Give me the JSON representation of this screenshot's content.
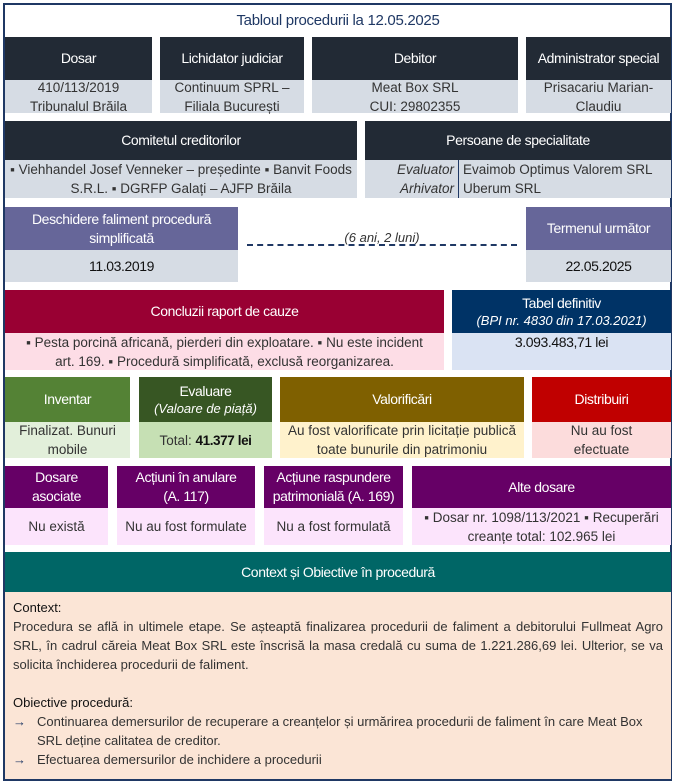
{
  "title": "Tabloul procedurii la 12.05.2025",
  "row1": [
    {
      "header": "Dosar",
      "lines": [
        "410/113/2019",
        "Tribunalul Brăila"
      ]
    },
    {
      "header": "Lichidator judiciar",
      "lines": [
        "Continuum SPRL –",
        "Filiala București"
      ]
    },
    {
      "header": "Debitor",
      "lines": [
        "Meat Box SRL",
        "CUI: 29802355"
      ]
    },
    {
      "header": "Administrator special",
      "lines": [
        "Prisacariu Marian-",
        "Claudiu"
      ]
    }
  ],
  "comitet": {
    "header": "Comitetul creditorilor",
    "lines": [
      "▪ Viehhandel Josef Venneker – președinte ▪ Banvit Foods",
      "S.R.L. ▪ DGRFP Galați – AJFP Brăila"
    ]
  },
  "specialitate": {
    "header": "Persoane de specialitate",
    "roles": [
      {
        "role": "Evaluator",
        "name": "Evaimob Optimus Valorem SRL"
      },
      {
        "role": "Arhivator",
        "name": "Uberum SRL"
      }
    ]
  },
  "deschidere": {
    "header": "Deschidere faliment procedură simplificată",
    "date": "11.03.2019"
  },
  "durata": "(6 ani, 2 luni)",
  "termen": {
    "header": "Termenul următor",
    "date": "22.05.2025"
  },
  "concluzii": {
    "header": "Concluzii raport de cauze",
    "lines": [
      "▪ Pesta porcină africană, pierderi din exploatare. ▪ Nu este incident",
      "art. 169. ▪ Procedură simplificată, exclusă reorganizarea."
    ]
  },
  "tabel": {
    "header": "Tabel definitiv",
    "sub": "(BPI nr. 4830 din 17.03.2021)",
    "value": "3.093.483,71 lei"
  },
  "inventar": {
    "header": "Inventar",
    "lines": [
      "Finalizat. Bunuri",
      "mobile"
    ]
  },
  "evaluare": {
    "header": "Evaluare",
    "sub": "(Valoare de piață)",
    "label": "Total: ",
    "value": "41.377 lei"
  },
  "valorificari": {
    "header": "Valorificări",
    "lines": [
      "Au fost valorificate prin licitație publică",
      "toate bunurile din patrimoniu"
    ]
  },
  "distribuiri": {
    "header": "Distribuiri",
    "lines": [
      "Nu au fost",
      "efectuate"
    ]
  },
  "row6": [
    {
      "header": [
        "Dosare",
        "asociate"
      ],
      "value": "Nu există"
    },
    {
      "header": [
        "Acțiuni în anulare",
        "(A. 117)"
      ],
      "value": "Nu au fost formulate"
    },
    {
      "header": [
        "Acțiune raspundere",
        "patrimonială (A. 169)"
      ],
      "value": "Nu a fost formulată"
    }
  ],
  "alte": {
    "header": "Alte dosare",
    "lines": [
      "▪ Dosar nr. 1098/113/2021 ▪ Recuperări",
      "creanțe total: 102.965 lei"
    ]
  },
  "context": {
    "header": "Context și Obiective în procedură",
    "context_label": "Context:",
    "context_text": "Procedura se află in ultimele etape. Se așteaptă finalizarea procedurii de faliment a debitorului Fullmeat Agro SRL, în cadrul căreia Meat Box SRL este înscrisă la masa credală cu suma de 1.221.286,69 lei. Ulterior, se va solicita închiderea procedurii de faliment.",
    "obj_label": "Obiective procedură:",
    "objectives": [
      "Continuarea demersurilor de recuperare a creanțelor și urmărirea procedurii de faliment în care Meat Box SRL deține calitatea de creditor.",
      "Efectuarea demersurilor de inchidere a procedurii"
    ],
    "arrow": "→"
  }
}
